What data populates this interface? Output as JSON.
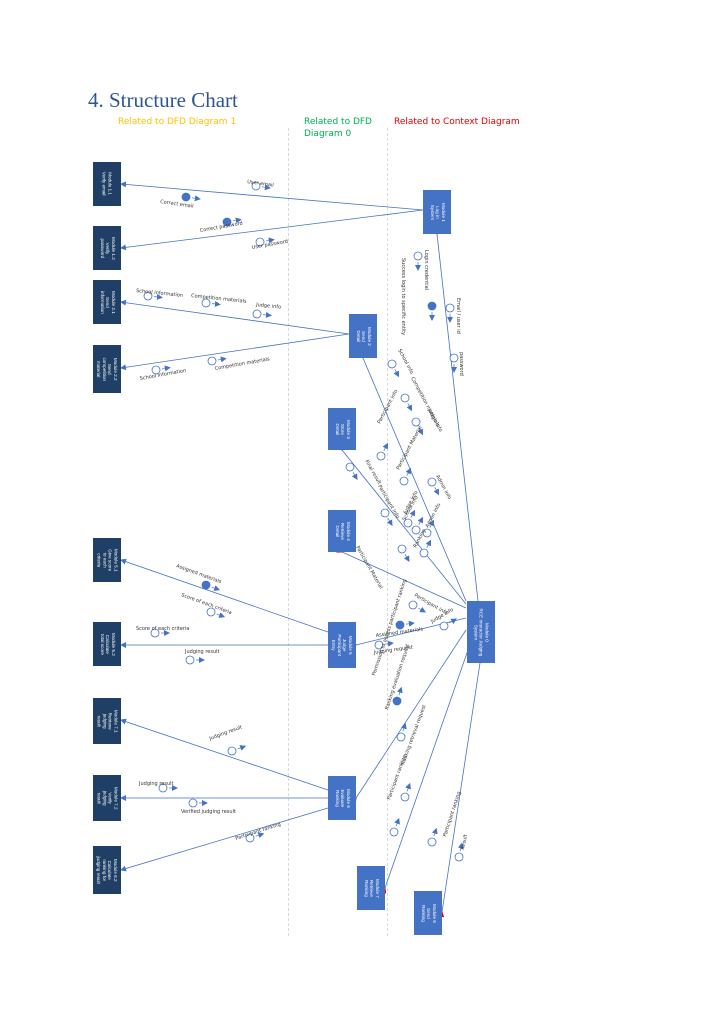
{
  "page": {
    "title": "4. Structure Chart",
    "columns": [
      {
        "label": "Related to DFD Diagram 1",
        "color": "#ffc000"
      },
      {
        "label": "Related to DFD Diagram 0",
        "color": "#00b050"
      },
      {
        "label": "Related to Context Diagram",
        "color": "#e00000"
      }
    ]
  },
  "colors": {
    "module_dark": "#1f3f66",
    "module_blue": "#4472c4",
    "arrow": "#4472c4",
    "context_arrow": "#e00000"
  },
  "modules": [
    {
      "id": "m0",
      "label": "Module 0\nRCE Interactor Judging\nSystem"
    },
    {
      "id": "m1",
      "label": "Module 1\nLog in\nSystem"
    },
    {
      "id": "m2",
      "label": "Module 2\nSend\nDetail"
    },
    {
      "id": "m3",
      "label": "Module 3\nStore\nDetail"
    },
    {
      "id": "m4",
      "label": "Module 4\nRetrieve\nDetail"
    },
    {
      "id": "m5",
      "label": "Module 5\nJudge\nParticipant\nEntry"
    },
    {
      "id": "m6",
      "label": "Module 6\nEvaluate\nRanking"
    },
    {
      "id": "m7",
      "label": "Module 7\nRetrieve\nRanking"
    },
    {
      "id": "m8",
      "label": "Module 8\nSend\nRanking"
    },
    {
      "id": "m11",
      "label": "Module 1.1\nVerify email"
    },
    {
      "id": "m12",
      "label": "Module 1.2\nVerify\npassword"
    },
    {
      "id": "m21",
      "label": "Module 2.1\nSend\ninformation"
    },
    {
      "id": "m22",
      "label": "Module 2.2\nSend\ncompetition\nmaterial"
    },
    {
      "id": "m51",
      "label": "Module 5.1\nGive score\nto each\ncriteria"
    },
    {
      "id": "m52",
      "label": "Module 5.2\nCalculate\ntotal score"
    },
    {
      "id": "m61",
      "label": "Module 7.1\nRetrieve\njudging\nresult"
    },
    {
      "id": "m62",
      "label": "Module 7.2\nVerify\njudging\nresult"
    },
    {
      "id": "m63",
      "label": "Module 6.2\nCalculate\nranking for\njudging result"
    }
  ],
  "flows": [
    {
      "id": "f1",
      "label": "User email"
    },
    {
      "id": "f2",
      "label": "Correct email"
    },
    {
      "id": "f3",
      "label": "Correct password"
    },
    {
      "id": "f4",
      "label": "User password"
    },
    {
      "id": "f5",
      "label": "School information"
    },
    {
      "id": "f6",
      "label": "Competition materials"
    },
    {
      "id": "f7",
      "label": "Judge info"
    },
    {
      "id": "f8",
      "label": "Competition materials"
    },
    {
      "id": "f9",
      "label": "School information"
    },
    {
      "id": "f10",
      "label": "Login credential"
    },
    {
      "id": "f11",
      "label": "Success login to specific entity"
    },
    {
      "id": "f12",
      "label": "Email / user id"
    },
    {
      "id": "f13",
      "label": "password"
    },
    {
      "id": "f14",
      "label": "School info"
    },
    {
      "id": "f15",
      "label": "Competition materials"
    },
    {
      "id": "f16",
      "label": "Judge info"
    },
    {
      "id": "f17",
      "label": "Admin info"
    },
    {
      "id": "f18",
      "label": "Participant info"
    },
    {
      "id": "f19",
      "label": "Participant Material"
    },
    {
      "id": "f20",
      "label": "Judge info"
    },
    {
      "id": "f21",
      "label": "Admin info"
    },
    {
      "id": "f22",
      "label": "School info"
    },
    {
      "id": "f23",
      "label": "Ranking"
    },
    {
      "id": "f24",
      "label": "Final result"
    },
    {
      "id": "f25",
      "label": "Participant info"
    },
    {
      "id": "f26",
      "label": "Participant Material"
    },
    {
      "id": "f27",
      "label": "Participant info"
    },
    {
      "id": "f28",
      "label": "Judge info"
    },
    {
      "id": "f29",
      "label": "Assigned materials"
    },
    {
      "id": "f30",
      "label": "Judging request"
    },
    {
      "id": "f31",
      "label": "Assigned materials"
    },
    {
      "id": "f32",
      "label": "Score of each criteria"
    },
    {
      "id": "f33",
      "label": "Score of each criteria"
    },
    {
      "id": "f34",
      "label": "Judging result"
    },
    {
      "id": "f35",
      "label": "Permission to access participant ranking"
    },
    {
      "id": "f36",
      "label": "Ranking evaluation request"
    },
    {
      "id": "f37",
      "label": "Judging result"
    },
    {
      "id": "f38",
      "label": "Judging result"
    },
    {
      "id": "f39",
      "label": "Verified judging result"
    },
    {
      "id": "f40",
      "label": "Participant ranking"
    },
    {
      "id": "f41",
      "label": "Ranking retrieval request"
    },
    {
      "id": "f42",
      "label": "Participant ranking"
    },
    {
      "id": "f43",
      "label": "Participant ranking"
    },
    {
      "id": "f44",
      "label": "Result"
    }
  ]
}
